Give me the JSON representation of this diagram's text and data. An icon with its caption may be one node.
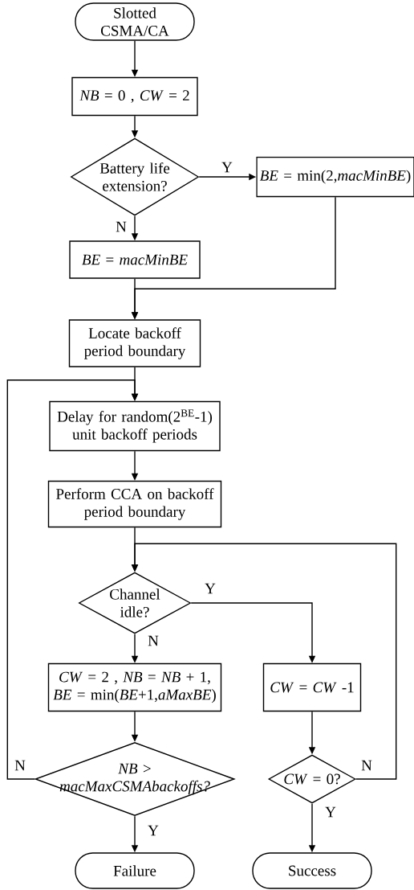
{
  "diagram": {
    "nodes": [
      {
        "text": [
          "Slotted CSMA/CA"
        ]
      },
      {
        "text": [
          "*NB* = 0 , *CW* = 2"
        ]
      },
      {
        "text": [
          "Battery life extension?"
        ]
      },
      {
        "text": [
          "*BE* = min(2,*macMinBE*)"
        ]
      },
      {
        "text": [
          "*BE* = *macMinBE*"
        ]
      },
      {
        "text": [
          "Locate backoff period boundary"
        ]
      },
      {
        "text": [
          "Delay for random(2$^{BE}$-1) unit backoff periods"
        ]
      },
      {
        "text": [
          "Perform CCA on backoff period boundary"
        ]
      },
      {
        "text": [
          "Channel idle?"
        ]
      },
      {
        "text": [
          "*CW* = 2 , *NB* = *NB* + 1, *BE* = min(*BE*+1,*aMaxBE*)"
        ]
      },
      {
        "text": [
          "*NB* > *macMaxCSMAbackoffs?*"
        ]
      },
      {
        "text": [
          "*CW* = *CW* -1"
        ]
      },
      {
        "text": [
          "*CW* = 0?"
        ]
      },
      {
        "text": [
          "Failure"
        ]
      },
      {
        "text": [
          "Success"
        ]
      }
    ],
    "edges": [
      {
        "from": 0,
        "to": 1,
        "arrow": "to"
      },
      {
        "from": 1,
        "to": 2,
        "arrow": "to"
      },
      {
        "from": 2,
        "to": 3,
        "arrow": "to",
        "label": "Y"
      },
      {
        "from": 2,
        "to": 4,
        "arrow": "to",
        "label": "N"
      },
      {
        "from": 4,
        "to": 5,
        "arrow": "to"
      },
      {
        "from": 3,
        "to": 5,
        "arrow": "to"
      },
      {
        "from": 5,
        "to": 6,
        "arrow": "to"
      },
      {
        "from": 6,
        "to": 7,
        "arrow": "to"
      },
      {
        "from": 10,
        "to": 6,
        "arrow": "to",
        "label": "N"
      },
      {
        "from": 7,
        "to": 8,
        "arrow": "to"
      },
      {
        "from": 12,
        "to": 8,
        "arrow": "to",
        "label": "N"
      },
      {
        "from": 8,
        "to": 9,
        "arrow": "to",
        "label": "N"
      },
      {
        "from": 8,
        "to": 11,
        "arrow": "to",
        "label": "Y"
      },
      {
        "from": 9,
        "to": 10,
        "arrow": "to"
      },
      {
        "from": 10,
        "to": 13,
        "arrow": "to",
        "label": "Y"
      },
      {
        "from": 11,
        "to": 12,
        "arrow": "to"
      },
      {
        "from": 12,
        "to": 14,
        "arrow": "to",
        "label": "Y"
      }
    ]
  }
}
